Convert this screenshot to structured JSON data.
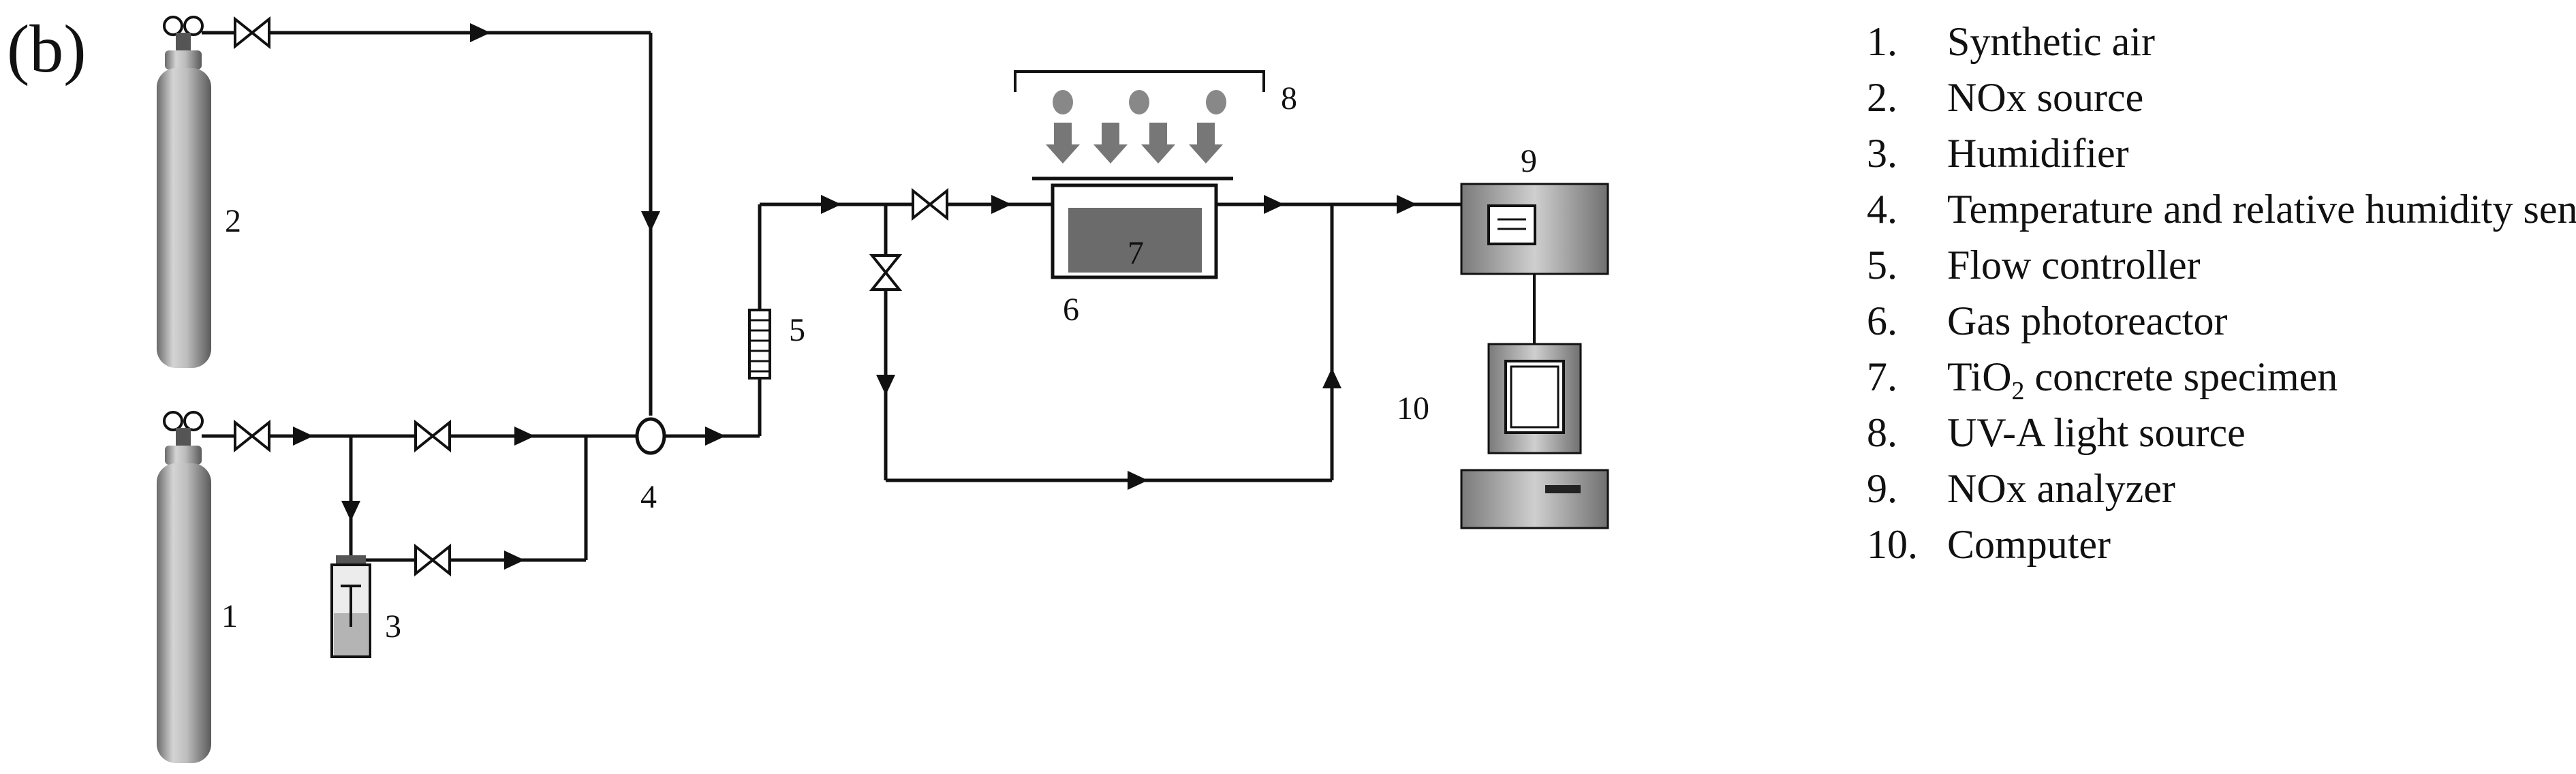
{
  "panel_label": "(b)",
  "labels": {
    "c1": "1",
    "c2": "2",
    "c3": "3",
    "c4": "4",
    "c5": "5",
    "c6": "6",
    "c7": "7",
    "c8": "8",
    "c9": "9",
    "c10": "10"
  },
  "legend": [
    {
      "num": "1.",
      "text": "Synthetic air"
    },
    {
      "num": "2.",
      "text": "NOx source"
    },
    {
      "num": "3.",
      "text": "Humidifier"
    },
    {
      "num": "4.",
      "text": "Temperature and relative humidity sensor"
    },
    {
      "num": "5.",
      "text": "Flow controller"
    },
    {
      "num": "6.",
      "text": "Gas photoreactor"
    },
    {
      "num": "7.",
      "pre": "TiO",
      "sub": "2",
      "post": " concrete specimen"
    },
    {
      "num": "8.",
      "text": "UV-A light source"
    },
    {
      "num": "9.",
      "text": "NOx analyzer"
    },
    {
      "num": "10.",
      "text": "Computer"
    }
  ]
}
